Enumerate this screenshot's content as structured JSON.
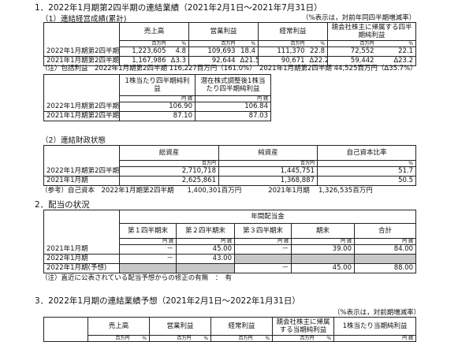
{
  "s1": {
    "title": "1．2022年1月期第2四半期の連結業績（2021年2月1日～2021年7月31日）",
    "sub": "（1）連結経営成績(累計)",
    "pct_note": "（%表示は，対前年同四半期増減率）",
    "headers": [
      "売上高",
      "営業利益",
      "経常利益",
      "親会社株主に帰属する四半期純利益"
    ],
    "units": [
      "百万円",
      "%",
      "百万円",
      "%",
      "百万円",
      "%",
      "百万円",
      "%"
    ],
    "rows": [
      {
        "label": "2022年1月期第2四半期",
        "vals": [
          "1,223,605",
          "4.8",
          "109,693",
          "18.4",
          "111,370",
          "22.8",
          "72,552",
          "22.1"
        ]
      },
      {
        "label": "2021年1月期第2四半期",
        "vals": [
          "1,167,986",
          "Δ3.3",
          "92,644",
          "Δ21.5",
          "90,671",
          "Δ22.2",
          "59,442",
          "Δ23.2"
        ]
      }
    ],
    "comprehensive": "（注）包括利益　2022年1月期第2四半期 116,227百万円（161.0%）　2021年1月期第2四半期 44,525百万円（Δ35.7%）",
    "eps_headers": [
      "1株当たり四半期純利益",
      "潜在株式調整後1株当たり四半期純利益"
    ],
    "eps_units": [
      "円 銭",
      "円 銭"
    ],
    "eps_rows": [
      {
        "label": "2022年1月期第2四半期",
        "vals": [
          "106.90",
          "106.84"
        ]
      },
      {
        "label": "2021年1月期第2四半期",
        "vals": [
          "87.10",
          "87.03"
        ]
      }
    ]
  },
  "s2": {
    "sub": "（2）連結財政状態",
    "headers": [
      "総資産",
      "純資産",
      "自己資本比率"
    ],
    "units": [
      "百万円",
      "百万円",
      "%"
    ],
    "rows": [
      {
        "label": "2022年1月期第2四半期",
        "vals": [
          "2,710,718",
          "1,445,751",
          "51.7"
        ]
      },
      {
        "label": "2021年1月期",
        "vals": [
          "2,625,861",
          "1,368,887",
          "50.5"
        ]
      }
    ],
    "ref": "（参考）自己資本　2022年1月期第2四半期　　1,400,301百万円　　　　2021年1月期　 1,326,535百万円"
  },
  "s3": {
    "title": "2．配当の状況",
    "group": "年間配当金",
    "headers": [
      "第１四半期末",
      "第２四半期末",
      "第３四半期末",
      "期末",
      "合計"
    ],
    "units": [
      "円 銭",
      "円 銭",
      "円 銭",
      "円 銭",
      "円 銭"
    ],
    "rows": [
      {
        "label": "2021年1月期",
        "vals": [
          "－",
          "45.00",
          "－",
          "39.00",
          "84.00"
        ]
      },
      {
        "label": "2022年1月期",
        "vals": [
          "－",
          "43.00",
          "",
          "",
          ""
        ]
      },
      {
        "label": "2022年1月期(予想)",
        "vals": [
          "",
          "",
          "－",
          "45.00",
          "88.00"
        ]
      }
    ],
    "note": "（注）直近に公表されている配当予想からの修正の有無　：　有"
  },
  "s4": {
    "title": "3．2022年1月期の連結業績予想（2021年2月1日～2022年1月31日）",
    "pct_note": "（%表示は，対前期増減率）",
    "headers": [
      "売上高",
      "営業利益",
      "経常利益",
      "親会社株主に帰属する当期純利益",
      "1株当たり当期純利益"
    ],
    "units": [
      "百万円",
      "%",
      "百万円",
      "%",
      "百万円",
      "%",
      "百万円",
      "%",
      "円 銭"
    ]
  }
}
